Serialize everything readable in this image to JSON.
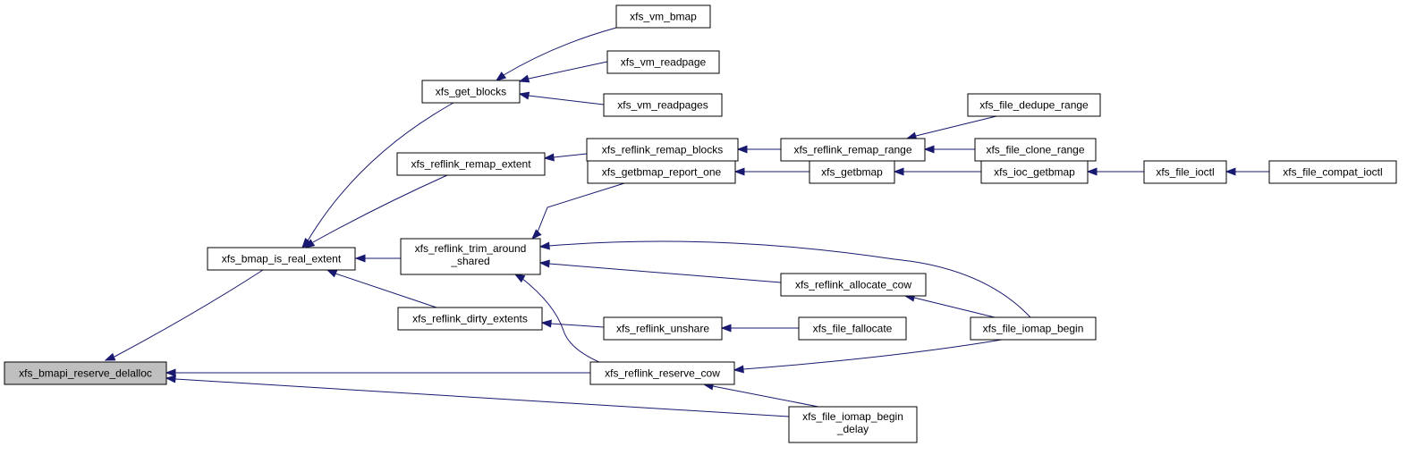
{
  "diagram": {
    "type": "caller-graph",
    "nodes": [
      {
        "id": "n0",
        "lines": [
          "xfs_bmapi_reserve_delalloc"
        ],
        "root": true
      },
      {
        "id": "n1",
        "lines": [
          "xfs_bmap_is_real_extent"
        ]
      },
      {
        "id": "n2",
        "lines": [
          "xfs_get_blocks"
        ]
      },
      {
        "id": "n3",
        "lines": [
          "xfs_vm_bmap"
        ]
      },
      {
        "id": "n4",
        "lines": [
          "xfs_vm_readpage"
        ]
      },
      {
        "id": "n5",
        "lines": [
          "xfs_vm_readpages"
        ]
      },
      {
        "id": "n6",
        "lines": [
          "xfs_reflink_remap_extent"
        ]
      },
      {
        "id": "n7",
        "lines": [
          "xfs_reflink_remap_blocks"
        ]
      },
      {
        "id": "n8",
        "lines": [
          "xfs_reflink_remap_range"
        ]
      },
      {
        "id": "n9",
        "lines": [
          "xfs_file_dedupe_range"
        ]
      },
      {
        "id": "n10",
        "lines": [
          "xfs_file_clone_range"
        ]
      },
      {
        "id": "n11",
        "lines": [
          "xfs_reflink_trim_around",
          "_shared"
        ]
      },
      {
        "id": "n12",
        "lines": [
          "xfs_getbmap_report_one"
        ]
      },
      {
        "id": "n13",
        "lines": [
          "xfs_getbmap"
        ]
      },
      {
        "id": "n14",
        "lines": [
          "xfs_ioc_getbmap"
        ]
      },
      {
        "id": "n15",
        "lines": [
          "xfs_file_ioctl"
        ]
      },
      {
        "id": "n16",
        "lines": [
          "xfs_file_compat_ioctl"
        ]
      },
      {
        "id": "n17",
        "lines": [
          "xfs_reflink_allocate_cow"
        ]
      },
      {
        "id": "n18",
        "lines": [
          "xfs_file_iomap_begin"
        ]
      },
      {
        "id": "n19",
        "lines": [
          "xfs_reflink_dirty_extents"
        ]
      },
      {
        "id": "n20",
        "lines": [
          "xfs_reflink_unshare"
        ]
      },
      {
        "id": "n21",
        "lines": [
          "xfs_file_fallocate"
        ]
      },
      {
        "id": "n22",
        "lines": [
          "xfs_reflink_reserve_cow"
        ]
      },
      {
        "id": "n23",
        "lines": [
          "xfs_file_iomap_begin",
          "_delay"
        ]
      }
    ],
    "edges": [
      {
        "from": "n1",
        "to": "n0"
      },
      {
        "from": "n22",
        "to": "n0"
      },
      {
        "from": "n23",
        "to": "n0"
      },
      {
        "from": "n2",
        "to": "n1"
      },
      {
        "from": "n6",
        "to": "n1"
      },
      {
        "from": "n11",
        "to": "n1"
      },
      {
        "from": "n19",
        "to": "n1"
      },
      {
        "from": "n3",
        "to": "n2"
      },
      {
        "from": "n4",
        "to": "n2"
      },
      {
        "from": "n5",
        "to": "n2"
      },
      {
        "from": "n7",
        "to": "n6"
      },
      {
        "from": "n8",
        "to": "n7"
      },
      {
        "from": "n9",
        "to": "n8"
      },
      {
        "from": "n10",
        "to": "n8"
      },
      {
        "from": "n12",
        "to": "n11"
      },
      {
        "from": "n18",
        "to": "n11"
      },
      {
        "from": "n17",
        "to": "n11"
      },
      {
        "from": "n22",
        "to": "n11"
      },
      {
        "from": "n13",
        "to": "n12"
      },
      {
        "from": "n14",
        "to": "n13"
      },
      {
        "from": "n15",
        "to": "n14"
      },
      {
        "from": "n16",
        "to": "n15"
      },
      {
        "from": "n18",
        "to": "n17"
      },
      {
        "from": "n18",
        "to": "n22"
      },
      {
        "from": "n23",
        "to": "n22"
      },
      {
        "from": "n20",
        "to": "n19"
      },
      {
        "from": "n21",
        "to": "n20"
      }
    ]
  }
}
